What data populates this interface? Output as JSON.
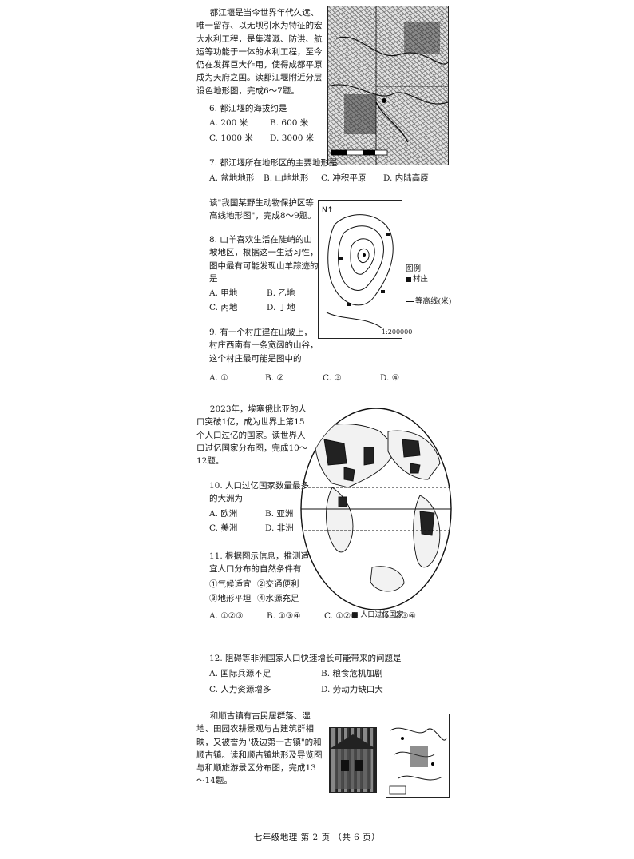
{
  "passage1": {
    "text": "都江堰是当今世界年代久远、唯一留存、以无坝引水为特征的宏大水利工程，是集灌溉、防洪、航运等功能于一体的水利工程，至今仍在发挥巨大作用，使得成都平原成为天府之国。读都江堰附近分层设色地形图，完成6～7题。"
  },
  "q6": {
    "stem": "6. 都江堰的海拔约是",
    "options": [
      "A. 200 米",
      "B. 600 米",
      "C. 1000 米",
      "D. 3000 米"
    ]
  },
  "q7": {
    "stem": "7. 都江堰所在地形区的主要地形是",
    "options": [
      "A. 盆地地形",
      "B. 山地地形",
      "C. 冲积平原",
      "D. 内陆高原"
    ]
  },
  "passage2": {
    "text": "读\"我国某野生动物保护区等高线地形图\"，完成8～9题。"
  },
  "q8": {
    "stem": "8. 山羊喜欢生活在陡峭的山坡地区，根据这一生活习性，图中最有可能发现山羊踪迹的是",
    "options": [
      "A. 甲地",
      "B. 乙地",
      "C. 丙地",
      "D. 丁地"
    ]
  },
  "q9": {
    "stem": "9. 有一个村庄建在山坡上，村庄西南有一条宽阔的山谷，这个村庄最可能是图中的",
    "options": [
      "A. ①",
      "B. ②",
      "C. ③",
      "D. ④"
    ]
  },
  "legend_contour": {
    "title": "图例",
    "village": "村庄",
    "contour": "等高线(米)"
  },
  "scale_contour": "1:200000",
  "passage3": {
    "text": "2023年，埃塞俄比亚的人口突破1亿，成为世界上第15个人口过亿的国家。读世界人口过亿国家分布图，完成10～12题。"
  },
  "q10": {
    "stem": "10. 人口过亿国家数量最多的大洲为",
    "options": [
      "A. 欧洲",
      "B. 亚洲",
      "C. 美洲",
      "D. 非洲"
    ]
  },
  "q11": {
    "stem": "11. 根据图示信息，推测适宜人口分布的自然条件有",
    "conditions": [
      "①气候适宜",
      "②交通便利",
      "③地形平坦",
      "④水源充足"
    ],
    "options": [
      "A. ①②③",
      "B. ①③④",
      "C. ①②④",
      "D. ②③④"
    ]
  },
  "q12": {
    "stem": "12. 阻碍等非洲国家人口快速增长可能带来的问题是",
    "options": [
      "A. 国际兵源不足",
      "B. 粮食危机加剧",
      "C. 人力资源增多",
      "D. 劳动力缺口大"
    ]
  },
  "map_world_caption": "■ 人口过亿国家",
  "passage4": {
    "text": "和顺古镇有古民居群落、湿地、田园农耕景观与古建筑群相映，又被誉为\"极边第一古镇\"的和顺古镇。读和顺古镇地形及导览图与和顺旅游景区分布图，完成13～14题。"
  },
  "footer": "七年级地理 第 2 页 （共 6 页）"
}
